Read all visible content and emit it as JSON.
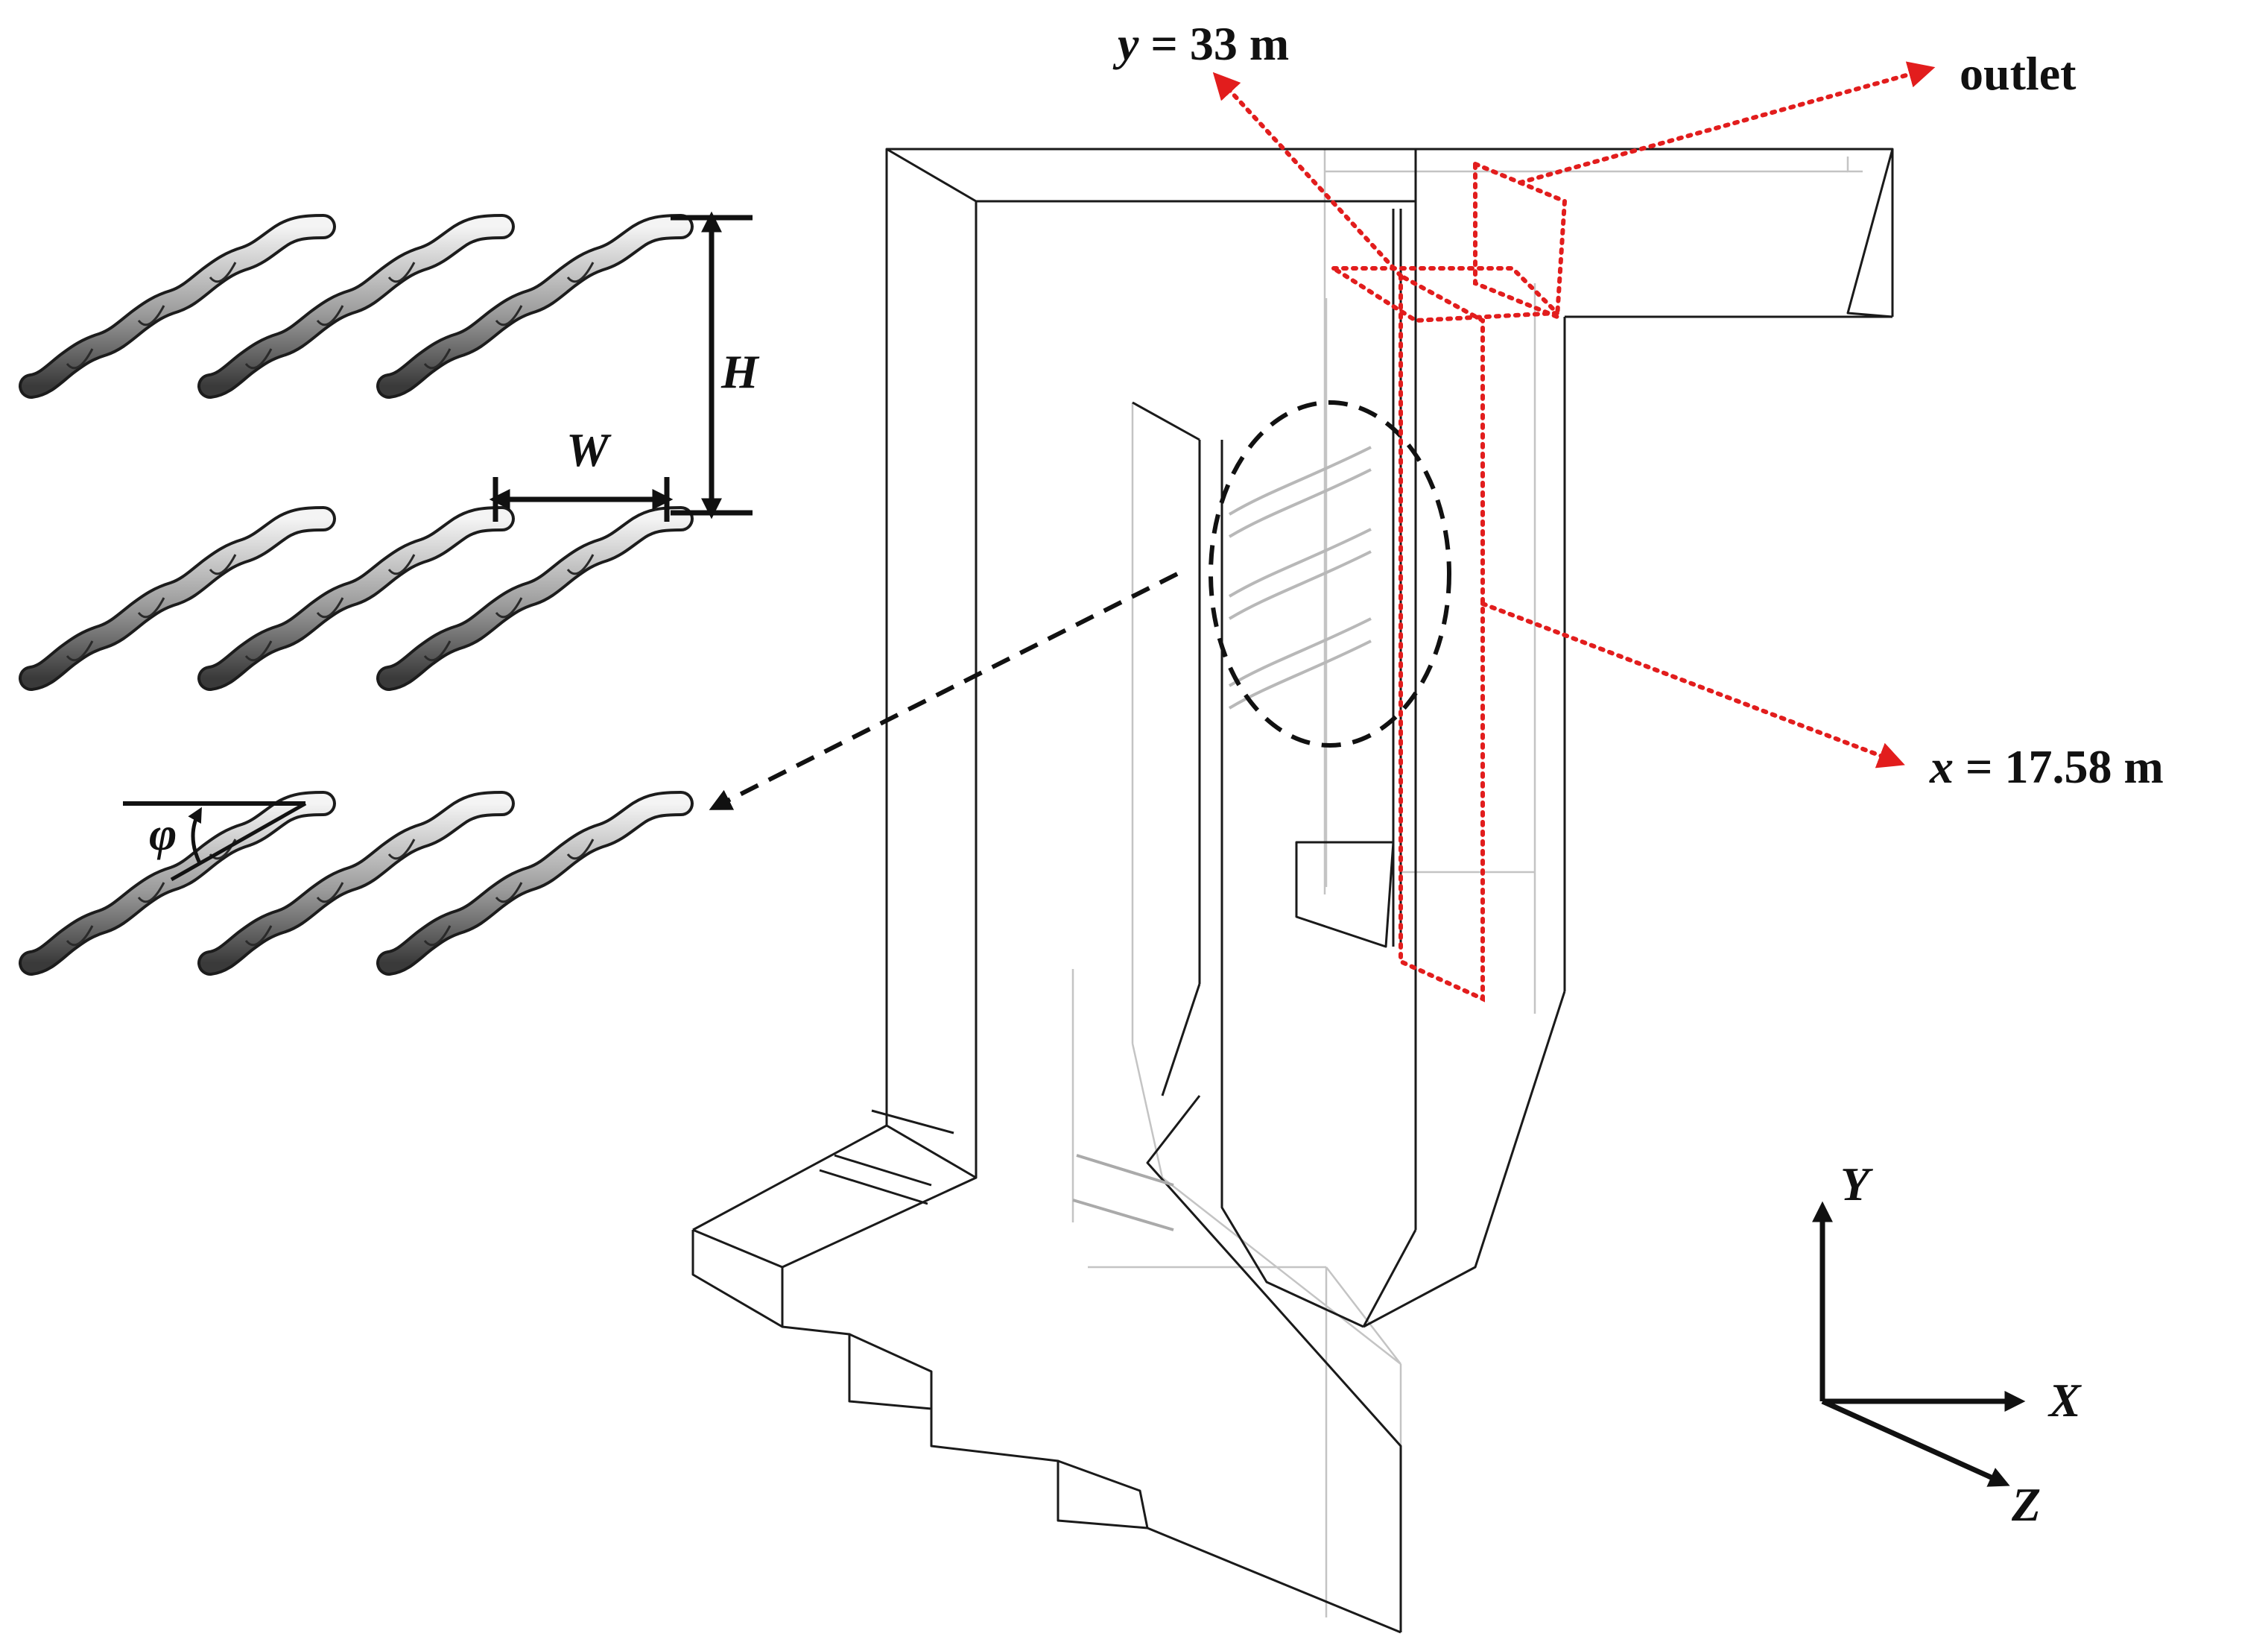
{
  "labels": {
    "y_plane": {
      "var": "y",
      "value": " = 33 m"
    },
    "outlet": "outlet",
    "x_plane": {
      "var": "x",
      "value": " = 17.58 m"
    },
    "h_dim": "H",
    "w_dim": "W",
    "phi_angle": "φ"
  },
  "axes": {
    "y": "Y",
    "x": "X",
    "z": "Z"
  },
  "colors": {
    "marker": "#e21d1d",
    "outline": "#1a1a1a",
    "hidden_edge": "#c4c4c4"
  },
  "tube_grid": {
    "rows": 3,
    "cols": 3
  }
}
